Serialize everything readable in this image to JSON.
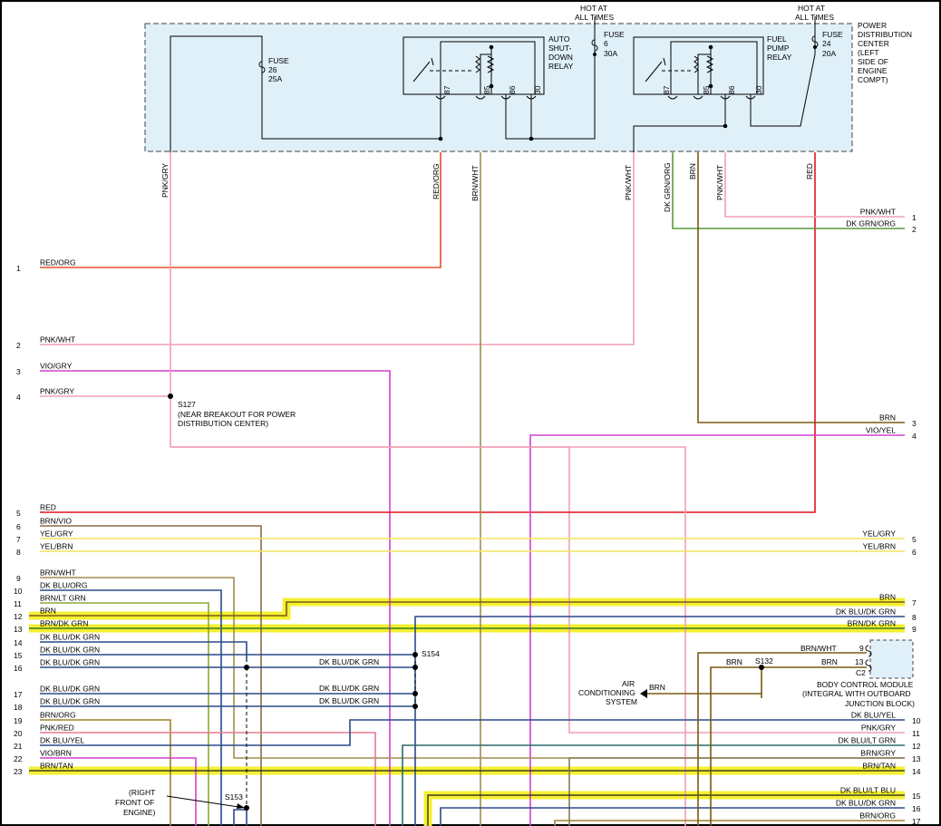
{
  "pdc": {
    "name_lines": [
      "POWER",
      "DISTRIBUTION",
      "CENTER",
      "(LEFT",
      "SIDE OF",
      "ENGINE",
      "COMPT)"
    ],
    "hot1": [
      "HOT AT",
      "ALL TIMES"
    ],
    "hot2": [
      "HOT AT",
      "ALL TIMES"
    ],
    "fuse26": [
      "FUSE",
      "26",
      "25A"
    ],
    "fuse6": [
      "FUSE",
      "6",
      "30A"
    ],
    "fuse24": [
      "FUSE",
      "24",
      "20A"
    ],
    "asd_relay": [
      "AUTO",
      "SHUT-",
      "DOWN",
      "RELAY"
    ],
    "fp_relay": [
      "FUEL",
      "PUMP",
      "RELAY"
    ],
    "pins": [
      "87",
      "85",
      "86",
      "30"
    ]
  },
  "vertical_labels": {
    "pnk_gry": "PNK/GRY",
    "red_org": "RED/ORG",
    "brn_wht": "BRN/WHT",
    "pnk_wht": "PNK/WHT",
    "dk_grn_org": "DK GRN/ORG",
    "brn": "BRN",
    "pnk_wht_2": "PNK/WHT",
    "red": "RED"
  },
  "left_rows": [
    {
      "num": "1",
      "label": "RED/ORG"
    },
    {
      "num": "2",
      "label": "PNK/WHT"
    },
    {
      "num": "3",
      "label": "VIO/GRY"
    },
    {
      "num": "4",
      "label": "PNK/GRY"
    },
    {
      "num": "5",
      "label": "RED"
    },
    {
      "num": "6",
      "label": "BRN/VIO"
    },
    {
      "num": "7",
      "label": "YEL/GRY"
    },
    {
      "num": "8",
      "label": "YEL/BRN"
    },
    {
      "num": "9",
      "label": "BRN/WHT"
    },
    {
      "num": "10",
      "label": "DK BLU/ORG"
    },
    {
      "num": "11",
      "label": "BRN/LT GRN"
    },
    {
      "num": "12",
      "label": "BRN"
    },
    {
      "num": "13",
      "label": "BRN/DK GRN"
    },
    {
      "num": "14",
      "label": "DK BLU/DK GRN"
    },
    {
      "num": "15",
      "label": "DK BLU/DK GRN"
    },
    {
      "num": "16",
      "label": "DK BLU/DK GRN"
    },
    {
      "num": "17",
      "label": "DK BLU/DK GRN"
    },
    {
      "num": "18",
      "label": "DK BLU/DK GRN"
    },
    {
      "num": "19",
      "label": "BRN/ORG"
    },
    {
      "num": "20",
      "label": "PNK/RED"
    },
    {
      "num": "21",
      "label": "DK BLU/YEL"
    },
    {
      "num": "22",
      "label": "VIO/BRN"
    },
    {
      "num": "23",
      "label": "BRN/TAN"
    }
  ],
  "right_rows": [
    {
      "num": "1",
      "label": "PNK/WHT"
    },
    {
      "num": "2",
      "label": "DK GRN/ORG"
    },
    {
      "num": "3",
      "label": "BRN"
    },
    {
      "num": "4",
      "label": "VIO/YEL"
    },
    {
      "num": "5",
      "label": "YEL/GRY"
    },
    {
      "num": "6",
      "label": "YEL/BRN"
    },
    {
      "num": "7",
      "label": "BRN"
    },
    {
      "num": "8",
      "label": "DK BLU/DK GRN"
    },
    {
      "num": "9",
      "label": "BRN/DK GRN"
    },
    {
      "num": "10",
      "label": "DK BLU/YEL"
    },
    {
      "num": "11",
      "label": "PNK/GRY"
    },
    {
      "num": "12",
      "label": "DK BLU/LT GRN"
    },
    {
      "num": "13",
      "label": "BRN/GRY"
    },
    {
      "num": "14",
      "label": "BRN/TAN"
    },
    {
      "num": "15",
      "label": "DK BLU/LT BLU"
    },
    {
      "num": "16",
      "label": "DK BLU/DK GRN"
    },
    {
      "num": "17",
      "label": "BRN/ORG"
    }
  ],
  "mid_labels": {
    "dkblu_16": "DK BLU/DK GRN",
    "dkblu_17": "DK BLU/DK GRN",
    "dkblu_18": "DK BLU/DK GRN",
    "bcm_brn_wht": "BRN/WHT",
    "bcm_brn": "BRN",
    "s132_brn": "BRN",
    "ac_brn": "BRN",
    "bcm_pin9": "9",
    "bcm_pin13": "13",
    "bcm_c2": "C2"
  },
  "splices": {
    "s127": [
      "S127",
      "(NEAR BREAKOUT FOR POWER",
      "DISTRIBUTION CENTER)"
    ],
    "s154": "S154",
    "s132": "S132",
    "s153": "S153"
  },
  "components": {
    "ac": [
      "AIR",
      "CONDITIONING",
      "SYSTEM"
    ],
    "bcm": [
      "BODY CONTROL MODULE",
      "(INTEGRAL WITH OUTBOARD",
      "JUNCTION BLOCK)"
    ],
    "right_front": [
      "(RIGHT",
      "FRONT OF",
      "ENGINE)"
    ]
  },
  "colors": {
    "red_org": "#e8502a",
    "red": "#e0141e",
    "pink": "#f0a0b4",
    "violet": "#d040d0",
    "brown": "#7a5a14",
    "yellow": "#f0e65a",
    "highlight": "#f4f032",
    "dk_green": "#3c7a20",
    "dk_blue": "#2a4a8a",
    "blue_green": "#2a6a6a",
    "pdc_fill": "#e0f0f8"
  }
}
